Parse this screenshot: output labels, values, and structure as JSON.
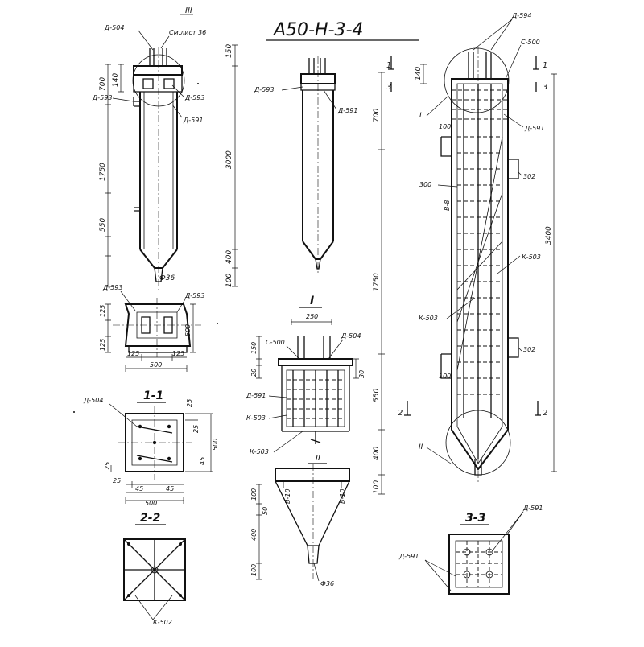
{
  "title": "А50-Н-3-4",
  "sections": {
    "s11": "1-1",
    "s22": "2-2",
    "s33": "3-3",
    "node1": "I",
    "node2": "II",
    "node3": "III"
  },
  "cut_marks": {
    "c1": "1",
    "c2": "2",
    "c3": "3"
  },
  "view_a": {
    "d504": "Д-504",
    "sheet": "См.лист 36",
    "d593l": "Д-593",
    "d593r": "Д-593",
    "d591": "Д-591",
    "dims": {
      "a150": "150",
      "a140": "140",
      "a700": "700",
      "a1750": "1750",
      "a3000": "3000",
      "a550": "550",
      "a400": "400",
      "a100": "100",
      "phi": "Ф36"
    }
  },
  "view_b": {
    "d593": "Д-593",
    "d591": "Д-591"
  },
  "view_c": {
    "d594": "Д-594",
    "c500": "С-500",
    "node1": "I",
    "d591": "Д-591",
    "p302a": "302",
    "p300": "300",
    "weld": "В-8",
    "k503a": "К-503",
    "k503b": "К-503",
    "p302b": "302",
    "node2": "II",
    "dims": {
      "a100": "100",
      "b100": "100",
      "a140": "140",
      "a700": "700",
      "a1750": "1750",
      "a3400": "3400",
      "a550": "550",
      "a400": "400",
      "c100": "100"
    }
  },
  "view_top": {
    "d593a": "Д-593",
    "d593b": "Д-593",
    "dims": {
      "a125": "125",
      "b125": "125",
      "c125": "125",
      "d125": "125",
      "a500": "500",
      "b500": "500"
    }
  },
  "detail1": {
    "a250": "250",
    "c500": "С-500",
    "d504": "Д-504",
    "a150": "150",
    "a20": "20",
    "a30": "30",
    "d591": "Д-591",
    "k503": "К-503",
    "k503b": "К-503"
  },
  "detail2": {
    "a100": "100",
    "a50": "50",
    "a400": "400",
    "b100": "100",
    "w1": "В-10",
    "w2": "В-10",
    "phi": "Ф36"
  },
  "sec11": {
    "d504": "Д-504",
    "dims": {
      "a25": "25",
      "b25": "25",
      "a45": "45",
      "a500": "500",
      "c25": "25",
      "d25": "25",
      "b45": "45",
      "c45": "45",
      "b500": "500"
    }
  },
  "sec22": {
    "k502": "К-502"
  },
  "sec33": {
    "d591a": "Д-591",
    "d591b": "Д-591"
  }
}
